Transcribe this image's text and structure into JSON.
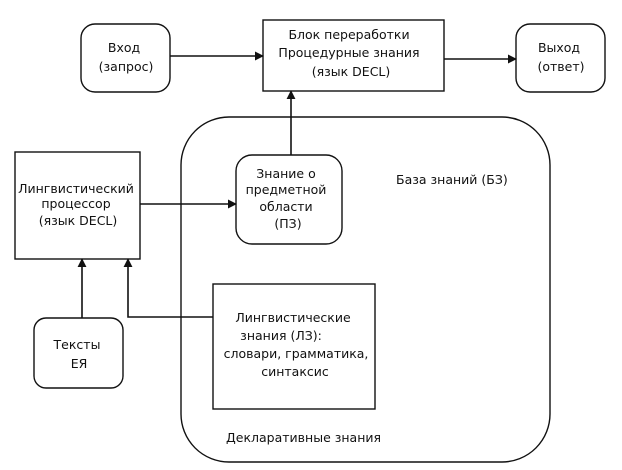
{
  "nodes": {
    "input": [
      "Вход",
      "(запрос)"
    ],
    "processing": [
      "Блок переработки",
      "Процедурные знания",
      "(язык DECL)"
    ],
    "output": [
      "Выход",
      "(ответ)"
    ],
    "linguistic_processor": [
      "Лингвистический",
      "процессор",
      "(язык DECL)"
    ],
    "subject_knowledge": [
      "Знание о",
      "предметной",
      "области",
      "(ПЗ)"
    ],
    "linguistic_knowledge": [
      "Лингвистические",
      "знания (ЛЗ):",
      "словари, грамматика,",
      "синтаксис"
    ],
    "texts": [
      "Тексты",
      "ЕЯ"
    ]
  },
  "knowledge_base": {
    "title": "База знаний (БЗ)",
    "caption": "Декларативные знания"
  },
  "colors": {
    "stroke": "#111111",
    "fill": "#ffffff"
  }
}
